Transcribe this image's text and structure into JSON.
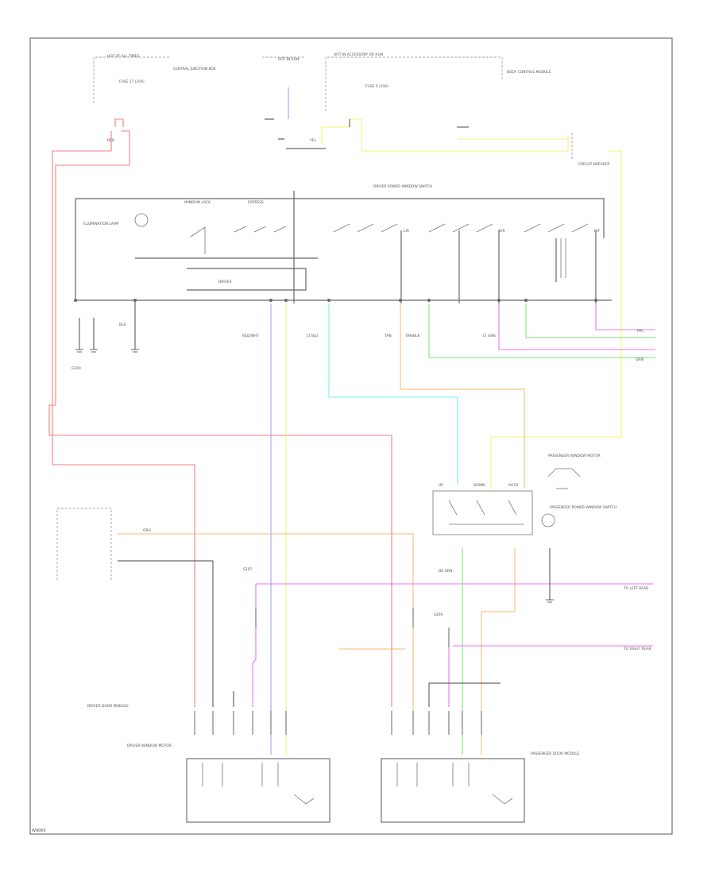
{
  "diagram": {
    "title": "",
    "code": "W9060",
    "colors": {
      "red": "#f08080",
      "yellow": "#f5f07a",
      "cyan": "#6ef0f0",
      "green": "#78e678",
      "magenta": "#f070f0",
      "orange": "#f4b86a",
      "blue": "#9a9af4",
      "black": "#666666"
    },
    "texts": {
      "hot_at_all_times": "HOT AT ALL TIMES",
      "fuse_block_top": "FUSE 17 (20A)",
      "junction_block": "CENTRAL JUNCTION BOX",
      "hot_in_run": "HOT IN RUN",
      "hot_accessory": "HOT IN ACCESSORY OR RUN",
      "fuse_mid": "FUSE 5 (10A)",
      "right_fuse_box": "BODY CONTROL MODULE",
      "circuit_breaker": "CIRCUIT BREAKER",
      "power_window_switch": "DRIVER POWER WINDOW SWITCH",
      "illumination": "ILLUMINATION LAMP",
      "window_lock": "WINDOW LOCK",
      "express": "EXPRESS",
      "driver": "DRIVER",
      "lr": "L/R",
      "rr": "R/R",
      "rf": "R/F",
      "passenger_switch": "PASSENGER POWER WINDOW SWITCH",
      "passenger_motor": "PASSENGER WINDOW MOTOR",
      "driver_motor": "DRIVER WINDOW MOTOR",
      "driver_door_module": "DRIVER DOOR MODULE",
      "passenger_door_module": "PASSENGER DOOR MODULE",
      "ground_note": "G200",
      "splice_left": "S207",
      "splice_right": "S209",
      "to_left": "TO LEFT REAR",
      "to_right": "TO RIGHT REAR",
      "up": "UP",
      "down": "DOWN",
      "auto": "AUTO",
      "wire_red": "RED",
      "wire_yel": "YEL",
      "wire_blk": "BLK",
      "wire_org": "ORG",
      "wire_grn": "GRN",
      "wire_ppl": "PPL",
      "wire_lt_blu": "LT BLU",
      "wire_tan": "TAN",
      "wire_red_wht": "RED/WHT",
      "wire_tan_blk": "TAN/BLK",
      "wire_dk_grn": "DK GRN",
      "wire_lt_grn": "LT GRN"
    }
  }
}
